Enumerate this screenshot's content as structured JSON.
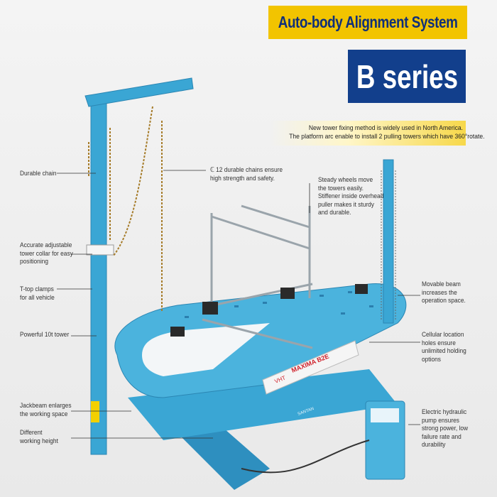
{
  "title": "Auto-body Alignment System",
  "series": "B series",
  "note": [
    "New tower fixing method is widely used in North America.",
    "The platform arc enable to install 2 pulling towers which have 360°rotate."
  ],
  "callouts_left": [
    {
      "lines": [
        "Durable chain"
      ]
    },
    {
      "lines": [
        "Accurate adjustable",
        "tower collar for easy",
        "positioning"
      ]
    },
    {
      "lines": [
        "T-top clamps",
        "for all vehicle"
      ]
    },
    {
      "lines": [
        "Powerful 10t tower"
      ]
    },
    {
      "lines": [
        "Jackbeam enlarges",
        "the working space"
      ]
    },
    {
      "lines": [
        "Different",
        "working height"
      ]
    }
  ],
  "callouts_center": [
    {
      "lines": [
        "ℂ 12 durable chains ensure",
        "high strength and safety."
      ]
    },
    {
      "lines": [
        "Steady wheels move",
        "the towers easily.",
        "Stiffener inside overhead",
        "puller makes it sturdy",
        "and durable."
      ]
    }
  ],
  "callouts_right": [
    {
      "lines": [
        "Movable beam",
        "increases the",
        "operation space."
      ]
    },
    {
      "lines": [
        "Cellular location",
        "holes ensure",
        "unlimited holding",
        "options"
      ]
    },
    {
      "lines": [
        "Electric hydraulic",
        "pump ensures",
        "strong power, low",
        "failure rate and",
        "durability"
      ]
    }
  ],
  "machine_labels": {
    "model": "MAXIMA B2E",
    "tag": "VHT",
    "brand": "SANTAN"
  },
  "colors": {
    "banner": "#f2c400",
    "series_bg": "#123f8c",
    "machine_blue": "#3aa6d4"
  }
}
